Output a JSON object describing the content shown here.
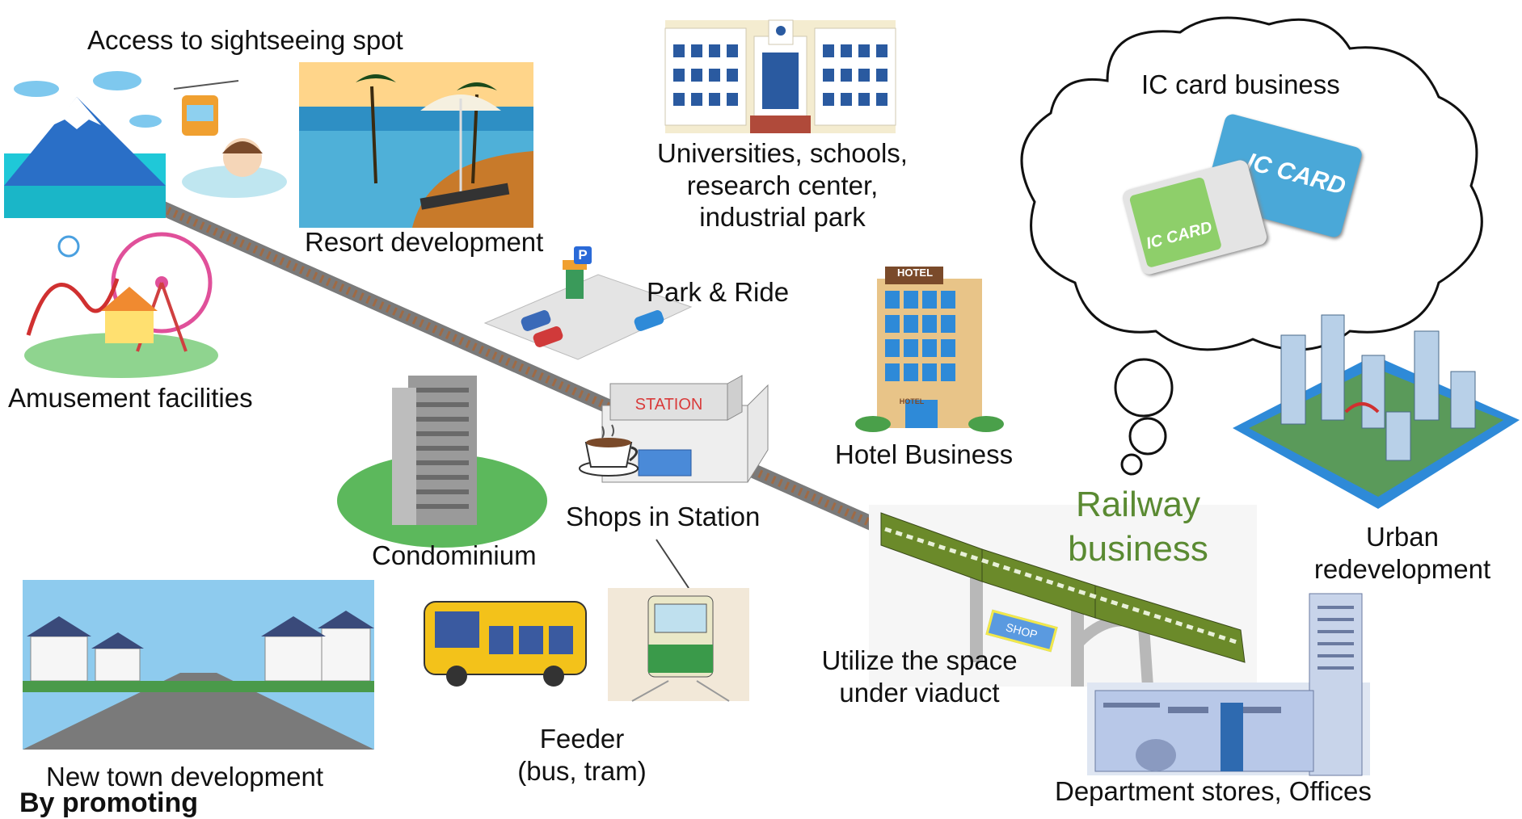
{
  "labels": {
    "access_sightseeing": "Access to sightseeing spot",
    "resort": "Resort development",
    "amusement": "Amusement facilities",
    "universities_line1": "Universities, schools,",
    "universities_line2": "research center,",
    "universities_line3": "industrial park",
    "park_ride": "Park & Ride",
    "hotel": "Hotel Business",
    "condominium": "Condominium",
    "shops_station": "Shops in Station",
    "ic_card": "IC card business",
    "railway_line1": "Railway",
    "railway_line2": "business",
    "urban_line1": "Urban",
    "urban_line2": "redevelopment",
    "viaduct_line1": "Utilize the space",
    "viaduct_line2": "under viaduct",
    "feeder_line1": "Feeder",
    "feeder_line2": "(bus, tram)",
    "new_town": "New town development",
    "department": "Department stores, Offices",
    "by_promoting": "By promoting"
  },
  "signs": {
    "station": "STATION",
    "hotel_top": "HOTEL",
    "hotel_door": "HOTEL",
    "shop": "SHOP",
    "ic_card_blue": "IC CARD",
    "ic_card_green": "IC CARD",
    "parking": "P"
  },
  "colors": {
    "railway_text": "#5a8a32",
    "station_sign": "#d93b3b",
    "track": "#8a5a3a",
    "train": "#6b8a2a",
    "lawn": "#5cb85c"
  }
}
